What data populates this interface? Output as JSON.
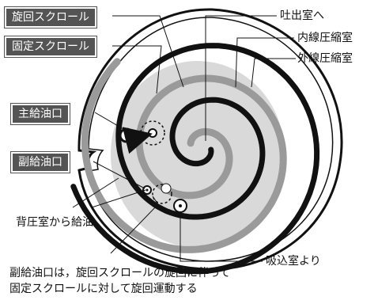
{
  "diagram": {
    "labels": {
      "orbiting_scroll": "旋回スクロール",
      "fixed_scroll": "固定スクロール",
      "main_oil_port": "主給油口",
      "sub_oil_port": "副給油口",
      "to_discharge": "吐出室へ",
      "inner_chamber": "内線圧縮室",
      "outer_chamber": "外線圧縮室",
      "back_pressure_oil": "背圧室から給油",
      "from_suction": "吸込室より"
    },
    "caption_lines": [
      "副給油口は，旋回スクロールの旋回に伴って",
      "固定スクロールに対して旋回運動する"
    ],
    "colors": {
      "tag_fill": "#545454",
      "tag_text": "#ffffff",
      "fixed_scroll": "#111111",
      "orbiting_scroll": "#9a9a9a",
      "orbiting_fill": "#d2d2d2",
      "text": "#111111"
    }
  }
}
